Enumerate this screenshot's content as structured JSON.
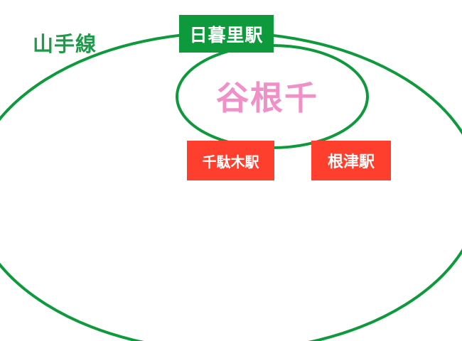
{
  "map": {
    "line_name": "山手線",
    "area_name": "谷根千",
    "stations": {
      "nippori": "日暮里駅",
      "sendagi": "千駄木駅",
      "nezu": "根津駅"
    }
  },
  "colors": {
    "line_green": "#0e9a3c",
    "line_label_green": "#1f9a4a",
    "area_pink": "#f08fc8",
    "nippori_bg": "#0e9a3c",
    "station_red": "#ff3f2e",
    "station_text": "#ffffff",
    "background": "#ffffff"
  }
}
